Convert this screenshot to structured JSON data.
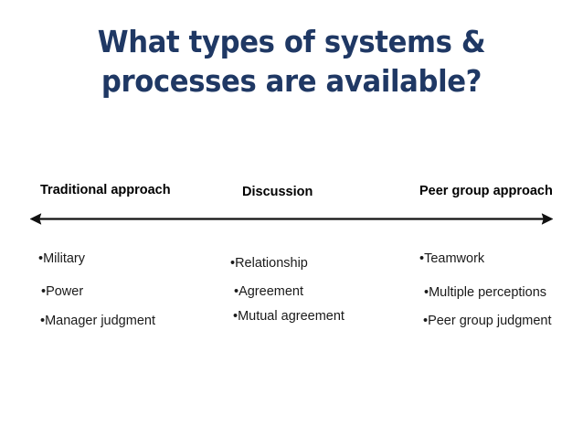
{
  "slide": {
    "background_color": "#FFFFFF",
    "title_color": "#1F3864",
    "body_text_color": "#1A1A1A",
    "arrow_color": "#111111",
    "title": {
      "line1": "What types of systems &",
      "line2": "processes are available?"
    },
    "axis": {
      "name": "double-headed-horizontal-arrow",
      "left_label": "Traditional approach",
      "center_label": "Discussion",
      "right_label": "Peer group approach"
    },
    "columns": [
      {
        "header": "Traditional approach",
        "items": [
          "•Military",
          "•Power",
          "•Manager judgment"
        ]
      },
      {
        "header": "Discussion",
        "items": [
          "•Relationship",
          "•Agreement",
          "•Mutual agreement"
        ]
      },
      {
        "header": "Peer group approach",
        "items": [
          "•Teamwork",
          "•Multiple perceptions",
          "•Peer group judgment"
        ]
      }
    ]
  }
}
